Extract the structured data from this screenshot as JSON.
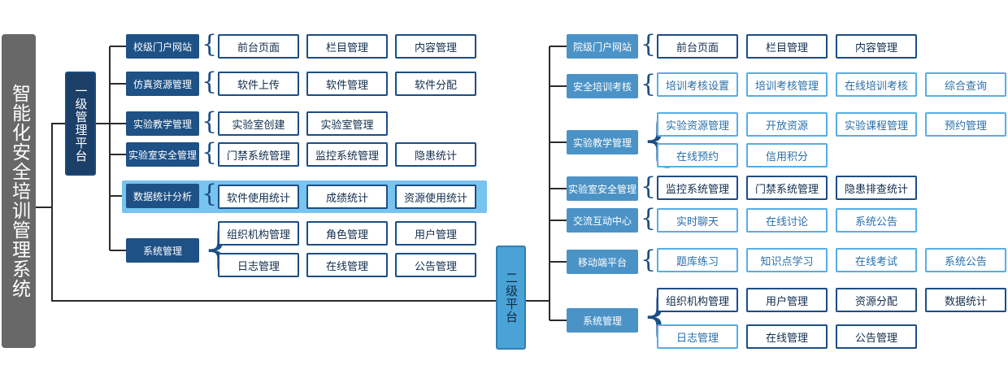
{
  "root": {
    "label": "智能化安全培训管理系统"
  },
  "left": {
    "label": "一级管理平台",
    "categories": [
      {
        "label": "校级门户网站",
        "items": [
          "前台页面",
          "栏目管理",
          "内容管理"
        ]
      },
      {
        "label": "仿真资源管理",
        "items": [
          "软件上传",
          "软件管理",
          "软件分配"
        ]
      },
      {
        "label": "实验教学管理",
        "items": [
          "实验室创建",
          "实验室管理"
        ]
      },
      {
        "label": "实验室安全管理",
        "items": [
          "门禁系统管理",
          "监控系统管理",
          "隐患统计"
        ]
      },
      {
        "label": "数据统计分析",
        "items": [
          "软件使用统计",
          "成绩统计",
          "资源使用统计"
        ]
      },
      {
        "label": "系统管理",
        "items": [
          "组织机构管理",
          "角色管理",
          "用户管理",
          "日志管理",
          "在线管理",
          "公告管理"
        ]
      }
    ]
  },
  "right": {
    "label": "二级平台",
    "categories": [
      {
        "label": "院级门户网站",
        "items": [
          "前台页面",
          "栏目管理",
          "内容管理"
        ]
      },
      {
        "label": "安全培训考核",
        "items": [
          "培训考核设置",
          "培训考核管理",
          "在线培训考核",
          "综合查询"
        ]
      },
      {
        "label": "实验教学管理",
        "items": [
          "实验资源管理",
          "开放资源",
          "实验课程管理",
          "预约管理",
          "在线预约",
          "信用积分"
        ]
      },
      {
        "label": "实验室安全管理",
        "items": [
          "监控系统管理",
          "门禁系统管理",
          "隐患排查统计"
        ]
      },
      {
        "label": "交流互动中心",
        "items": [
          "实时聊天",
          "在线讨论",
          "系统公告"
        ]
      },
      {
        "label": "移动端平台",
        "items": [
          "题库练习",
          "知识点学习",
          "在线考试",
          "系统公告"
        ]
      },
      {
        "label": "系统管理",
        "items": [
          "组织机构管理",
          "用户管理",
          "资源分配",
          "数据统计",
          "日志管理",
          "在线管理",
          "公告管理"
        ]
      }
    ]
  },
  "colors": {
    "root": "#686868",
    "dark_node": "#1e5185",
    "light_node": "#4b93c7",
    "highlight": "#78c4f0",
    "lines": "#222222"
  }
}
